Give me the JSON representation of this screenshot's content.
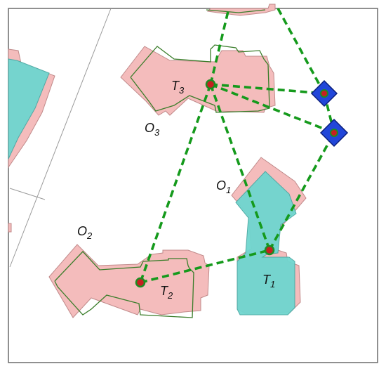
{
  "colors": {
    "building": "#f4bcbc",
    "footprint_outline": "#3a7d2a",
    "cyan_overlay": "#6fd6cf",
    "link": "#159a1c",
    "node": "#c62020",
    "control_point": "#2146d9"
  },
  "buildings": [
    {
      "id": "O1",
      "base": "O",
      "sub": "1"
    },
    {
      "id": "O2",
      "base": "O",
      "sub": "2"
    },
    {
      "id": "O3",
      "base": "O",
      "sub": "3"
    }
  ],
  "targets": [
    {
      "id": "T1",
      "base": "T",
      "sub": "1"
    },
    {
      "id": "T2",
      "base": "T",
      "sub": "2"
    },
    {
      "id": "T3",
      "base": "T",
      "sub": "3"
    }
  ],
  "control_points": [
    "control-point-a",
    "control-point-b"
  ],
  "links": [
    [
      "T3",
      "T2"
    ],
    [
      "T3",
      "T1"
    ],
    [
      "T3",
      "CP1"
    ],
    [
      "T3",
      "CP2"
    ],
    [
      "T2",
      "T1"
    ],
    [
      "T1",
      "CP2"
    ],
    [
      "T3",
      "TOP"
    ],
    [
      "CP1",
      "TOP2"
    ]
  ]
}
